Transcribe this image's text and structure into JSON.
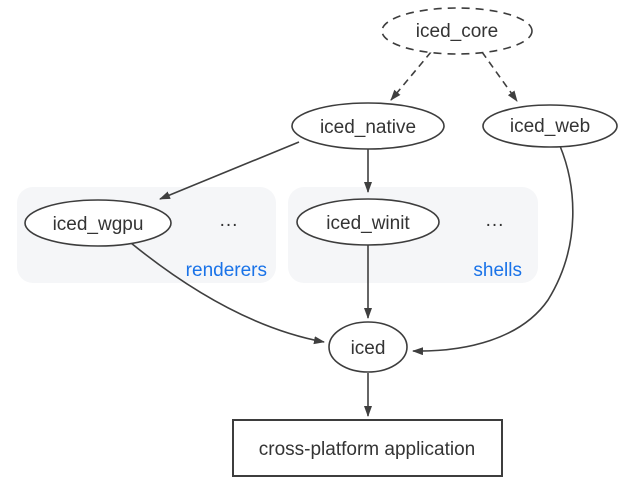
{
  "diagram": {
    "background": "#ffffff",
    "colors": {
      "background": "#ffffff",
      "node-fill": "#ffffff",
      "node-stroke": "#3d3d3d",
      "edge": "#3f3f3f",
      "text": "#343434",
      "group-fill": "#f5f6f8",
      "group-label": "#1a73e8"
    },
    "nodes": {
      "core": "iced_core",
      "native": "iced_native",
      "web": "iced_web",
      "wgpu": "iced_wgpu",
      "winit": "iced_winit",
      "iced": "iced",
      "app": "cross-platform application"
    },
    "groups": {
      "renderers": {
        "label": "renderers",
        "more": "..."
      },
      "shells": {
        "label": "shells",
        "more": "..."
      }
    },
    "edges": [
      {
        "from": "iced_core",
        "to": "iced_native",
        "style": "dashed"
      },
      {
        "from": "iced_core",
        "to": "iced_web",
        "style": "dashed"
      },
      {
        "from": "iced_native",
        "to": "iced_wgpu",
        "style": "solid"
      },
      {
        "from": "iced_native",
        "to": "iced_winit",
        "style": "solid"
      },
      {
        "from": "iced_wgpu",
        "to": "iced",
        "style": "solid"
      },
      {
        "from": "iced_winit",
        "to": "iced",
        "style": "solid"
      },
      {
        "from": "iced_web",
        "to": "iced",
        "style": "solid"
      },
      {
        "from": "iced",
        "to": "cross-platform application",
        "style": "solid"
      }
    ]
  }
}
